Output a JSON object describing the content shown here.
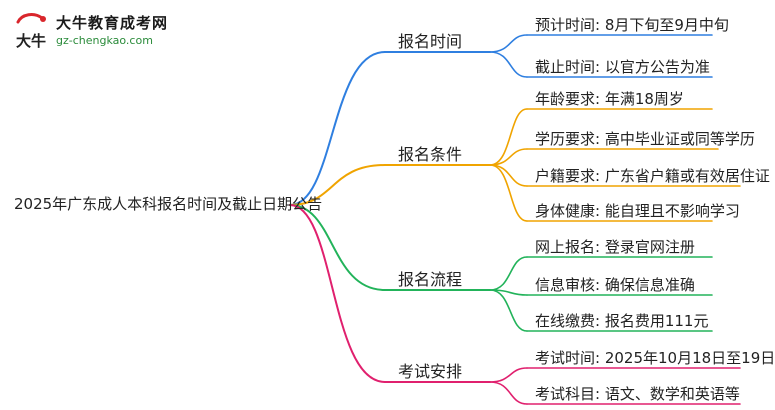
{
  "logo": {
    "name": "大牛教育成考网",
    "url": "gz-chengkao.com",
    "mark_text": "大牛",
    "colors": {
      "red": "#d9262c",
      "green": "#2a8b3a"
    }
  },
  "root": {
    "label": "2025年广东成人本科报名时间及截止日期公告"
  },
  "branches": [
    {
      "label": "报名时间",
      "color": "#2f7fe0",
      "leaves": [
        "预计时间: 8月下旬至9月中旬",
        "截止时间: 以官方公告为准"
      ]
    },
    {
      "label": "报名条件",
      "color": "#f0a400",
      "leaves": [
        "年龄要求: 年满18周岁",
        "学历要求: 高中毕业证或同等学历",
        "户籍要求: 广东省户籍或有效居住证",
        "身体健康: 能自理且不影响学习"
      ]
    },
    {
      "label": "报名流程",
      "color": "#22b35a",
      "leaves": [
        "网上报名: 登录官网注册",
        "信息审核: 确保信息准确",
        "在线缴费: 报名费用111元"
      ]
    },
    {
      "label": "考试安排",
      "color": "#e0206e",
      "leaves": [
        "考试时间: 2025年10月18日至19日",
        "考试科目: 语文、数学和英语等"
      ]
    }
  ]
}
